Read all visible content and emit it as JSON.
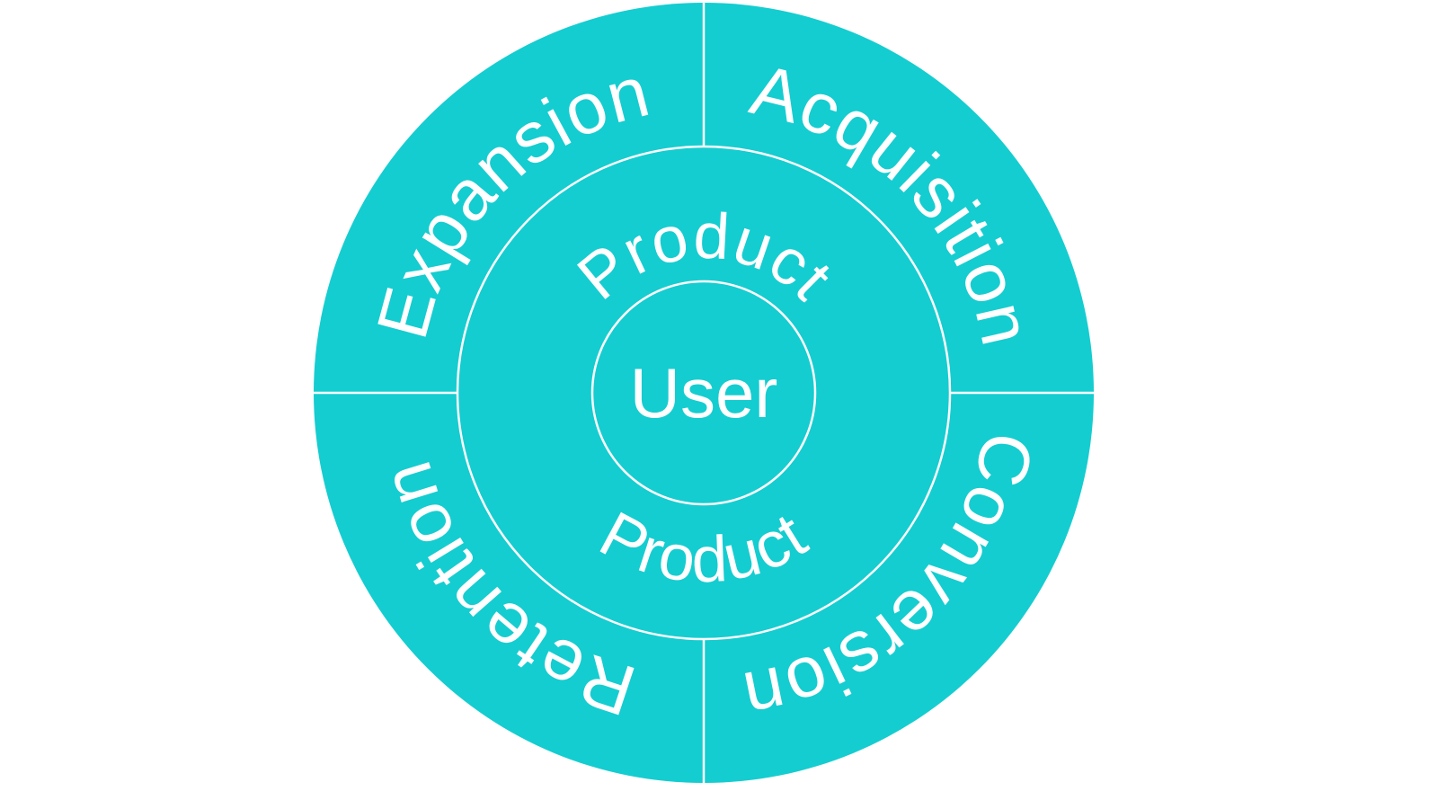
{
  "diagram": {
    "colors": {
      "fill": "#14cdd0",
      "line": "#ffffff",
      "text": "#ffffff"
    },
    "outer_segments": [
      "Acquisition",
      "Conversion",
      "Retention",
      "Expansion"
    ],
    "middle_ring": {
      "top": "Product",
      "bottom": "Product"
    },
    "center": "User"
  }
}
